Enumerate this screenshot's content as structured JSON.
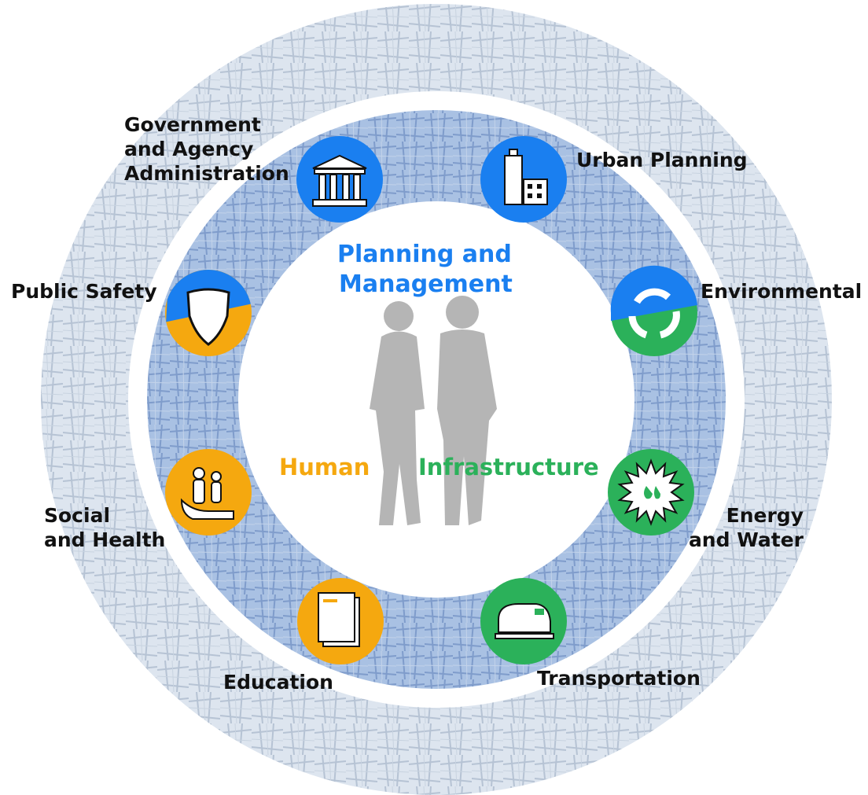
{
  "center": {
    "title_line1": "Planning and",
    "title_line2": "Management",
    "human_label": "Human",
    "infrastructure_label": "Infrastructure"
  },
  "sectors": {
    "government": {
      "line1": "Government",
      "line2": "and Agency",
      "line3": "Administration",
      "icon": "government-building-icon",
      "color": "blue"
    },
    "urban_planning": {
      "line1": "Urban Planning",
      "icon": "city-buildings-icon",
      "color": "blue"
    },
    "public_safety": {
      "line1": "Public Safety",
      "icon": "police-badge-icon",
      "color": "blue-orange"
    },
    "environmental": {
      "line1": "Environmental",
      "icon": "recycle-icon",
      "color": "blue-green"
    },
    "social_health": {
      "line1": "Social",
      "line2": "and Health",
      "icon": "family-hand-icon",
      "color": "orange"
    },
    "energy_water": {
      "line1": "Energy",
      "line2": "and Water",
      "icon": "sun-water-drop-icon",
      "color": "green"
    },
    "education": {
      "line1": "Education",
      "icon": "book-icon",
      "color": "orange"
    },
    "transportation": {
      "line1": "Transportation",
      "icon": "train-icon",
      "color": "green"
    }
  },
  "colors": {
    "planning_blue": "#1a7ff0",
    "human_orange": "#f5a80f",
    "infrastructure_green": "#2bb15a",
    "ring_outer": "#d8e2ef",
    "ring_inner": "#9ab6df",
    "people_gray": "#b5b5b5"
  }
}
